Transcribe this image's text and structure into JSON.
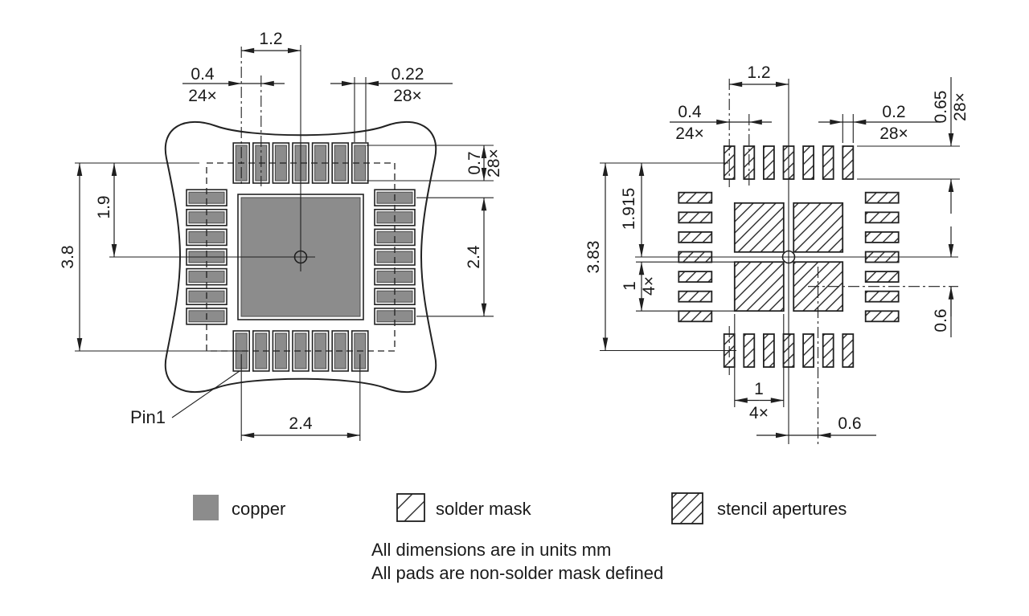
{
  "drawing": "IC package land pattern and stencil drawing",
  "left": {
    "pitch_half_span": "1.2",
    "pad_pitch": "0.4",
    "pad_pitch_count": "24×",
    "pad_width": "0.22",
    "pad_width_count": "28×",
    "pad_length": "0.7",
    "pad_length_count": "28×",
    "row_offset": "1.9",
    "outer_span": "3.8",
    "col_span": "2.4",
    "row_span": "2.4",
    "pin1_label": "Pin1"
  },
  "right": {
    "pitch_half_span": "1.2",
    "aperture_pitch": "0.4",
    "aperture_pitch_count": "24×",
    "aperture_width": "0.2",
    "aperture_width_count": "28×",
    "aperture_length": "0.65",
    "aperture_length_count": "28×",
    "outer_span": "3.83",
    "row_offset": "1.915",
    "square_height": "1",
    "square_height_count": "4×",
    "square_offset_v": "0.6",
    "square_width": "1",
    "square_width_count": "4×",
    "square_offset_h": "0.6"
  },
  "legend": {
    "copper_label": "copper",
    "solder_mask_label": "solder mask",
    "stencil_label": "stencil apertures"
  },
  "notes": {
    "line1": "All dimensions are in units mm",
    "line2": "All pads are non-solder mask defined"
  },
  "colors": {
    "copper": "#8c8c8c",
    "line": "#1f1f1f",
    "background": "#ffffff"
  }
}
